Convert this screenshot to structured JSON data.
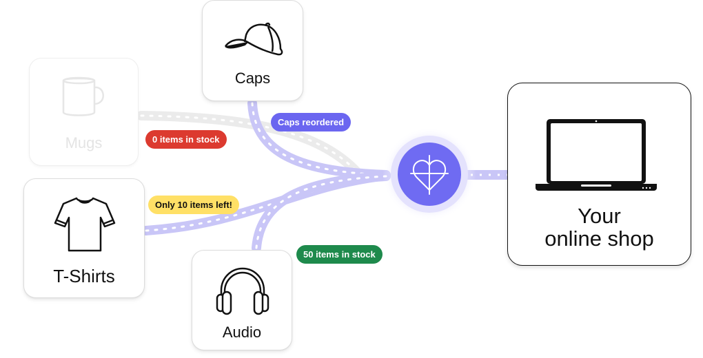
{
  "colors": {
    "flow": "#c9c6f7",
    "flow_inactive": "#ebebeb",
    "hub": "#6f6bf2",
    "hub_glow": "#dcdafc",
    "red": "#dc3a2f",
    "purple": "#6b66f0",
    "yellow": "#ffe066",
    "green": "#1e8a4c"
  },
  "nodes": {
    "mugs": {
      "label": "Mugs",
      "icon": "mug-icon",
      "state": "inactive"
    },
    "caps": {
      "label": "Caps",
      "icon": "cap-icon"
    },
    "tshirts": {
      "label": "T-Shirts",
      "icon": "tshirt-icon"
    },
    "audio": {
      "label": "Audio",
      "icon": "headphones-icon"
    },
    "hub": {
      "icon": "heart-crosshair-icon"
    },
    "shop": {
      "label_line1": "Your",
      "label_line2": "online shop",
      "icon": "laptop-icon"
    }
  },
  "badges": {
    "mugs": "0 items in stock",
    "caps": "Caps reordered",
    "tshirts": "Only 10 items left!",
    "audio": "50 items in stock"
  }
}
